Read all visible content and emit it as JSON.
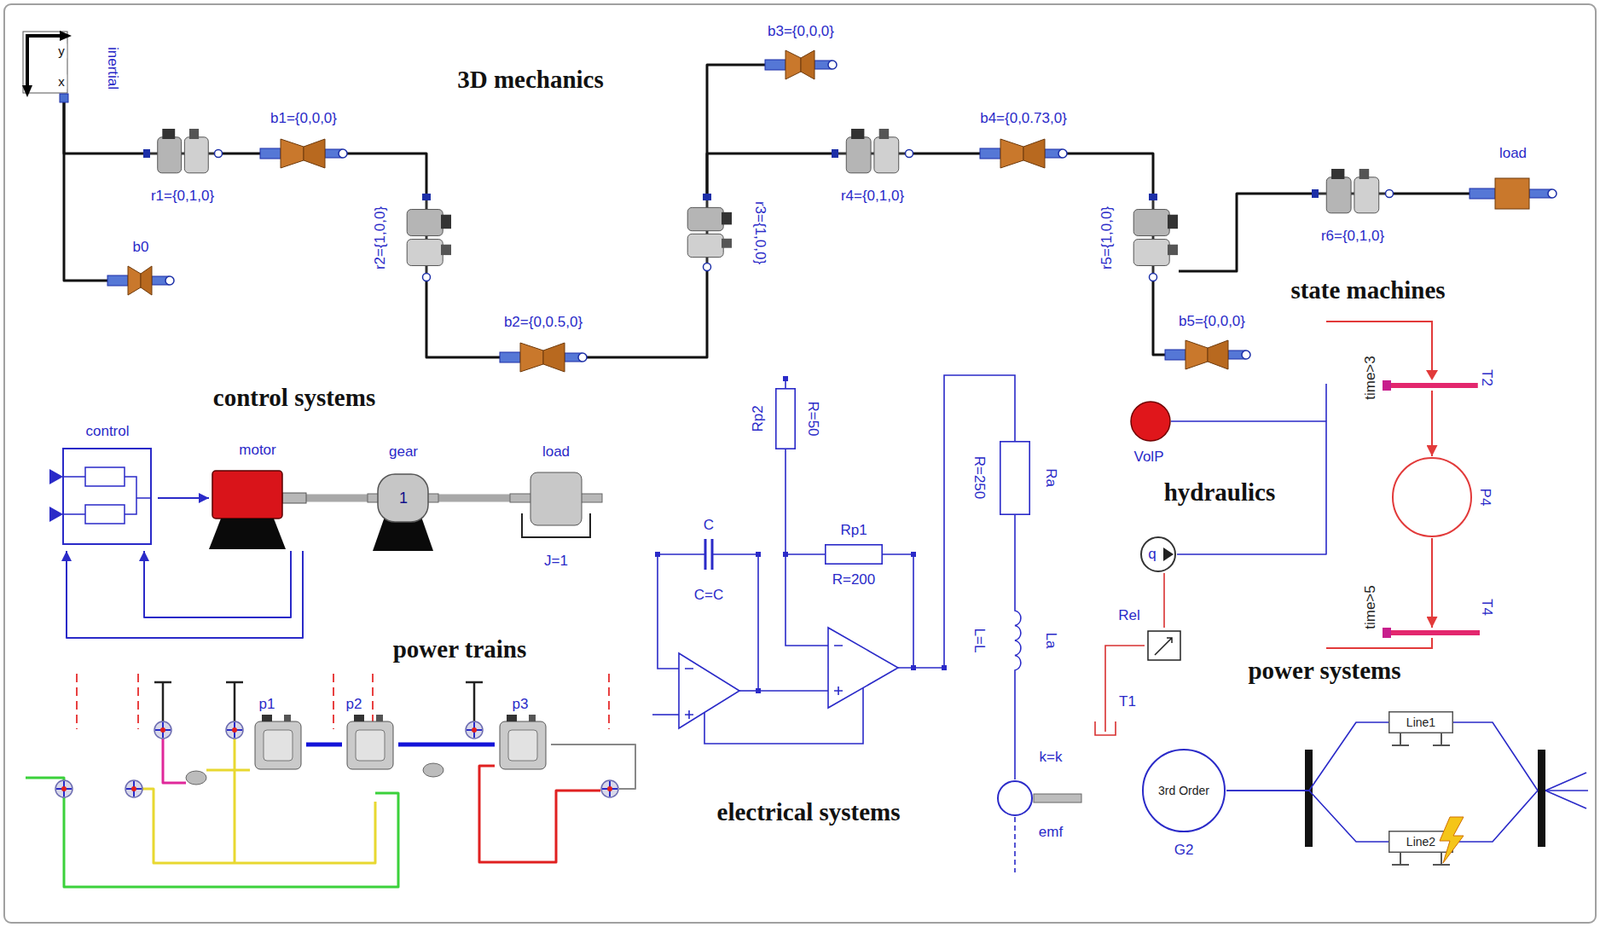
{
  "diagram": {
    "nodes": [
      {
        "text": [
          "inertial",
          "y",
          "x"
        ]
      },
      {
        "text": [
          "b1={0,0,0}"
        ]
      },
      {
        "text": [
          "r1={0,1,0}"
        ]
      },
      {
        "text": [
          "b0"
        ]
      },
      {
        "text": [
          "r2={1,0,0}"
        ]
      },
      {
        "text": [
          "b2={0,0.5,0}"
        ]
      },
      {
        "text": [
          "b3={0,0,0}"
        ]
      },
      {
        "text": [
          "r3={1,0,0}"
        ]
      },
      {
        "text": [
          "r4={0,1,0}"
        ]
      },
      {
        "text": [
          "b4={0,0.73,0}"
        ]
      },
      {
        "text": [
          "r5={1,0,0}"
        ]
      },
      {
        "text": [
          "b5={0,0,0}"
        ]
      },
      {
        "text": [
          "r6={0,1,0}"
        ]
      },
      {
        "text": [
          "load"
        ]
      },
      {
        "text": [
          "control"
        ]
      },
      {
        "text": [
          "motor"
        ]
      },
      {
        "text": [
          "gear",
          "1"
        ]
      },
      {
        "text": [
          "load",
          "J=1"
        ]
      },
      {
        "text": [
          "Rp2",
          "R=50"
        ]
      },
      {
        "text": [
          "C",
          "C=C"
        ]
      },
      {
        "text": [
          "Rp1",
          "R=200"
        ]
      },
      {
        "text": [
          "R=250",
          "Ra"
        ]
      },
      {
        "text": [
          "L=L",
          "La"
        ]
      },
      {
        "text": [
          "k=k",
          "emf"
        ]
      },
      {
        "text": [
          "VolP"
        ]
      },
      {
        "text": [
          "q"
        ]
      },
      {
        "text": [
          "Rel"
        ]
      },
      {
        "text": [
          "time>3",
          "T2"
        ]
      },
      {
        "text": [
          "P4"
        ]
      },
      {
        "text": [
          "time>5",
          "T4"
        ]
      },
      {
        "text": [
          "p1"
        ]
      },
      {
        "text": [
          "p2"
        ]
      },
      {
        "text": [
          "p3"
        ]
      },
      {
        "text": [
          "3rd Order",
          "G2"
        ]
      },
      {
        "text": [
          "Line1"
        ]
      },
      {
        "text": [
          "Line2"
        ]
      }
    ],
    "edges": [
      {
        "from": 0,
        "to": 2,
        "arrow": "none"
      },
      {
        "from": 0,
        "to": 3,
        "arrow": "none"
      },
      {
        "from": 2,
        "to": 1,
        "arrow": "none"
      },
      {
        "from": 1,
        "to": 4,
        "arrow": "none"
      },
      {
        "from": 4,
        "to": 5,
        "arrow": "none"
      },
      {
        "from": 5,
        "to": 7,
        "arrow": "none"
      },
      {
        "from": 7,
        "to": 6,
        "arrow": "none"
      },
      {
        "from": 7,
        "to": 8,
        "arrow": "none"
      },
      {
        "from": 8,
        "to": 9,
        "arrow": "none"
      },
      {
        "from": 9,
        "to": 10,
        "arrow": "none"
      },
      {
        "from": 10,
        "to": 11,
        "arrow": "none"
      },
      {
        "from": 10,
        "to": 12,
        "arrow": "none"
      },
      {
        "from": 12,
        "to": 13,
        "arrow": "none"
      },
      {
        "from": 14,
        "to": 15,
        "arrow": "to"
      },
      {
        "from": 15,
        "to": 16,
        "arrow": "none"
      },
      {
        "from": 16,
        "to": 17,
        "arrow": "none"
      },
      {
        "from": 15,
        "to": 14,
        "arrow": "to"
      },
      {
        "from": 15,
        "to": 14,
        "arrow": "to"
      },
      {
        "from": 18,
        "to": 20,
        "arrow": "none"
      },
      {
        "from": 21,
        "to": 22,
        "arrow": "none"
      },
      {
        "from": 22,
        "to": 23,
        "arrow": "none"
      },
      {
        "from": 24,
        "to": 25,
        "arrow": "none"
      },
      {
        "from": 25,
        "to": 26,
        "arrow": "none"
      },
      {
        "from": 27,
        "to": 28,
        "arrow": "to"
      },
      {
        "from": 28,
        "to": 29,
        "arrow": "to"
      },
      {
        "from": 30,
        "to": 31,
        "arrow": "none"
      },
      {
        "from": 31,
        "to": 32,
        "arrow": "none"
      },
      {
        "from": 33,
        "to": 34,
        "arrow": "none"
      },
      {
        "from": 33,
        "to": 35,
        "arrow": "none"
      }
    ],
    "labels": [
      "3D mechanics",
      "state machines",
      "control systems",
      "hydraulics",
      "T1",
      "power trains",
      "electrical systems",
      "power systems"
    ]
  }
}
